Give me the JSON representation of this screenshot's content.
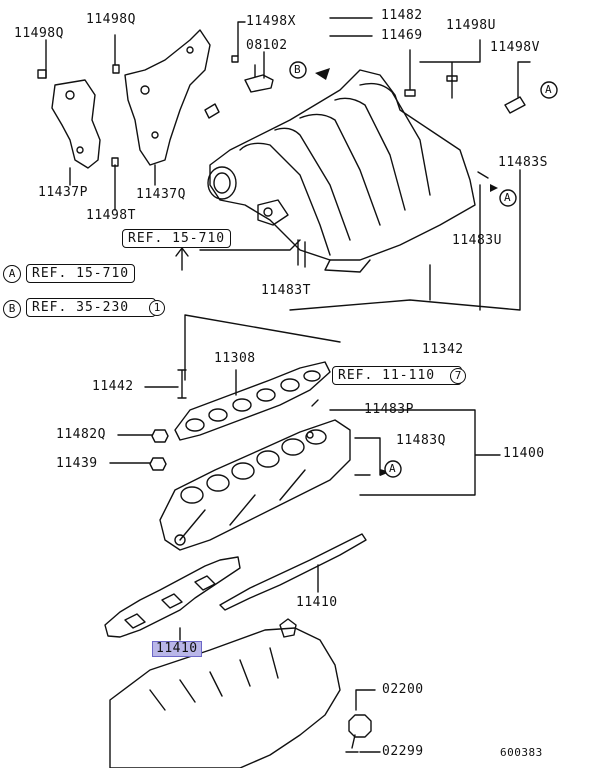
{
  "parts": {
    "p11498Q_a": "11498Q",
    "p11498Q_b": "11498Q",
    "p11498X": "11498X",
    "p11482": "11482",
    "p11469": "11469",
    "p11498U": "11498U",
    "p11498V": "11498V",
    "p08102": "08102",
    "p11437P": "11437P",
    "p11437Q": "11437Q",
    "p11498T": "11498T",
    "p11483S": "11483S",
    "p11483U": "11483U",
    "p11483T": "11483T",
    "p11342": "11342",
    "p11308": "11308",
    "p11442": "11442",
    "p11483P": "11483P",
    "p11482Q": "11482Q",
    "p11483Q": "11483Q",
    "p11439": "11439",
    "p11400": "11400",
    "p11410_a": "11410",
    "p11410_b": "11410",
    "p02200": "02200",
    "p02299": "02299"
  },
  "refs": {
    "ref_15_710_top": "REF. 15-710",
    "ref_a": "REF. 15-710",
    "ref_b": "REF. 35-230",
    "ref_b_num": "1",
    "ref_11_110": "REF. 11-110",
    "ref_11_110_num": "7"
  },
  "markers": {
    "a": "A",
    "b": "B"
  },
  "diagram_id": "600383",
  "colors": {
    "highlight": "#b9b6e8",
    "line": "#111111"
  }
}
